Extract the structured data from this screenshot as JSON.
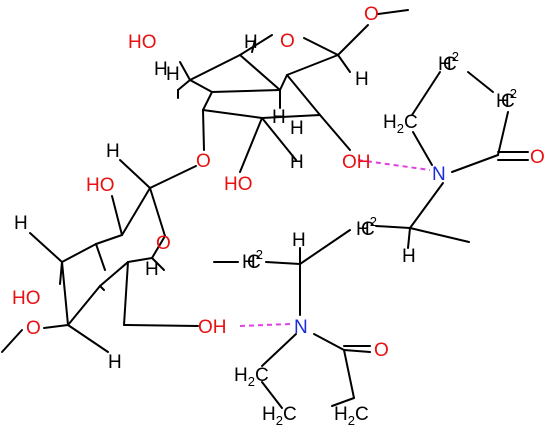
{
  "atoms": {
    "O": "O",
    "H": "H",
    "HO": "HO",
    "OH": "OH",
    "N": "N",
    "H2_lead": "H",
    "H2_sub": "2",
    "O_ketone": "O"
  },
  "colors": {
    "bond": "#000000",
    "oxygen": "#e81010",
    "nitrogen": "#1a2bd8",
    "hydrogen_bond": "#e040e0"
  }
}
